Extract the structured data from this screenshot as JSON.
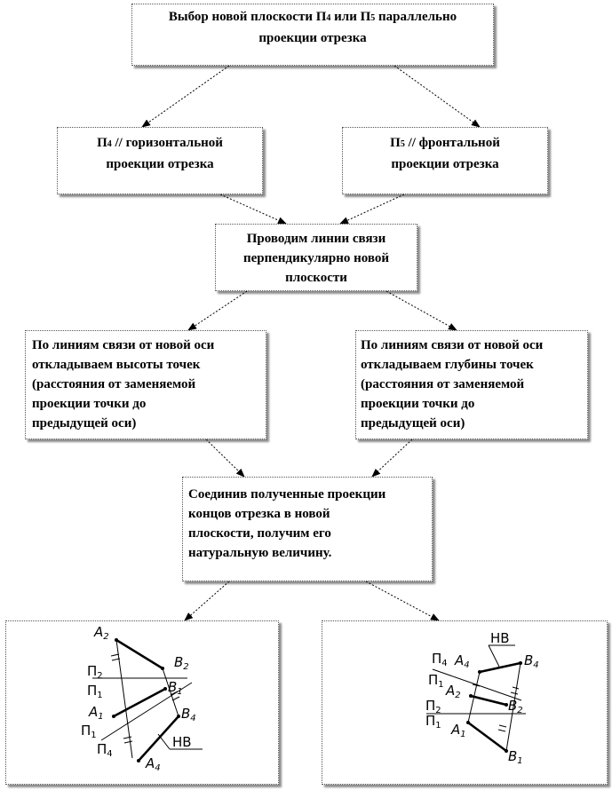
{
  "boxes": {
    "top": {
      "line1_a": "Выбор новой плоскости П",
      "sub_a": "4",
      "line1_b": " или П",
      "sub_b": "5",
      "line1_c": " параллельно",
      "line2": "проекции отрезка"
    },
    "left1": {
      "prefix": "П",
      "sub": "4",
      "line1": " // горизонтальной",
      "line2": "проекции отрезка"
    },
    "right1": {
      "prefix": "П",
      "sub": "5",
      "line1": " // фронтальной",
      "line2": "проекции отрезка"
    },
    "middle": {
      "line1": "Проводим линии связи",
      "line2": "перпендикулярно новой",
      "line3": "плоскости"
    },
    "left2": {
      "line1": "По линиям связи от новой оси",
      "line2": "откладываем высоты точек",
      "line3": "(расстояния от заменяемой",
      "line4": "проекции точки до",
      "line5": "предыдущей оси)"
    },
    "right2": {
      "line1": "По линиям связи от новой оси",
      "line2": "откладываем глубины точек",
      "line3": "(расстояния от заменяемой",
      "line4": "проекции точки до",
      "line5": "предыдущей оси)"
    },
    "bottom": {
      "line1": "Соединив полученные проекции",
      "line2": "концов отрезка в новой",
      "line3": "плоскости, получим его",
      "line4": "натуральную величину."
    }
  },
  "left_drawing": {
    "A2": {
      "main": "A",
      "sub": "2"
    },
    "B2": {
      "main": "B",
      "sub": "2"
    },
    "P2": {
      "main": "П",
      "sub": "2"
    },
    "P1_upper": {
      "main": "П",
      "sub": "1"
    },
    "B1": {
      "main": "B",
      "sub": "1"
    },
    "A1": {
      "main": "A",
      "sub": "1"
    },
    "B4": {
      "main": "B",
      "sub": "4"
    },
    "P1_lower": {
      "main": "П",
      "sub": "1"
    },
    "NV": "НВ",
    "P4": {
      "main": "П",
      "sub": "4"
    },
    "A4": {
      "main": "A",
      "sub": "4"
    }
  },
  "right_drawing": {
    "NV": "НВ",
    "P4": {
      "main": "П",
      "sub": "4"
    },
    "A4": {
      "main": "A",
      "sub": "4"
    },
    "B4": {
      "main": "B",
      "sub": "4"
    },
    "P1_upper": {
      "main": "П",
      "sub": "1"
    },
    "A2": {
      "main": "A",
      "sub": "2"
    },
    "P2": {
      "main": "П",
      "sub": "2"
    },
    "B2": {
      "main": "B",
      "sub": "2"
    },
    "P1_lower": {
      "main": "П",
      "sub": "1"
    },
    "A1": {
      "main": "A",
      "sub": "1"
    },
    "B1": {
      "main": "B",
      "sub": "1"
    }
  }
}
